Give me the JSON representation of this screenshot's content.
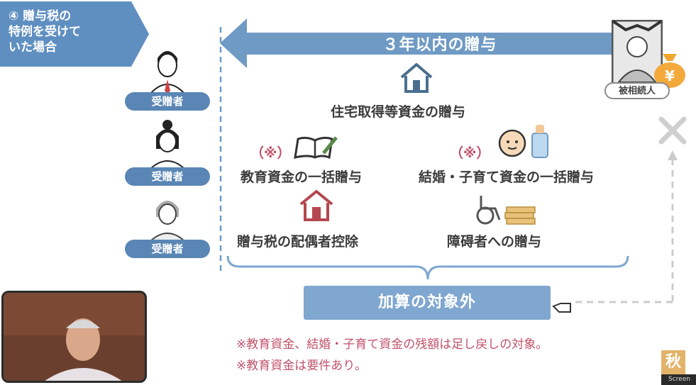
{
  "header": {
    "line1": "④ 贈与税の",
    "line2": "特例を受けて",
    "line3": "いた場合"
  },
  "banner": {
    "label": "３年以内の贈与"
  },
  "decedent": {
    "label": "被相続人"
  },
  "recipients": [
    {
      "label": "受贈者"
    },
    {
      "label": "受贈者"
    },
    {
      "label": "受贈者"
    }
  ],
  "items": {
    "housing": "住宅取得等資金の贈与",
    "education": "教育資金の一括贈与",
    "marriage": "結婚・子育て資金の一括贈与",
    "spouse": "贈与税の配偶者控除",
    "disabled": "障碍者への贈与",
    "note_mark": "（※）"
  },
  "exclude": {
    "label": "加算の対象外"
  },
  "footnotes": [
    "※教育資金、結婚・子育て資金の残額は足し戻しの対象。",
    "※教育資金は要件あり。"
  ],
  "corner": {
    "logo": "秋",
    "strip": "Screen"
  },
  "colors": {
    "arrow": "#6f9ac4",
    "pill": "#5a86b5",
    "accent": "#c0526a",
    "exclude": "#7fa7cf"
  }
}
